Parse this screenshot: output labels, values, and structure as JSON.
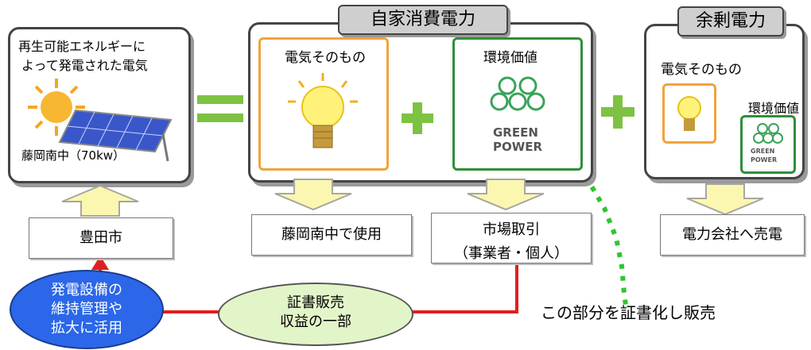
{
  "panels": {
    "source": {
      "title_line1": "再生可能エネルギーに",
      "title_line2": "よって発電された電気",
      "caption": "藤岡南中（70kw）"
    },
    "self": {
      "tab": "自家消費電力",
      "electricity_label": "電気そのもの",
      "env_label": "環境価値",
      "logo_line1": "GREEN",
      "logo_line2": "POWER"
    },
    "surplus": {
      "tab": "余剰電力",
      "electricity_label": "電気そのもの",
      "env_label": "環境価値",
      "logo_line1": "GREEN",
      "logo_line2": "POWER"
    }
  },
  "boxes": {
    "city": "豊田市",
    "use": "藤岡南中で使用",
    "market_line1": "市場取引",
    "market_line2": "（事業者・個人）",
    "utility": "電力会社へ売電"
  },
  "ovals": {
    "maintenance": [
      "発電設備の",
      "維持管理や",
      "拡大に活用"
    ],
    "certificate": [
      "証書販売",
      "収益の一部"
    ]
  },
  "annotation": "この部分を証書化し販売",
  "colors": {
    "arrow_fill": "#fbf7b0",
    "arrow_stroke": "#a8a6a0",
    "plus_green": "#7dc242",
    "equals_green": "#7dc242",
    "red_line": "#e02020",
    "dotted_green": "#2fc52f",
    "blue_oval": "#2b67e8",
    "green_oval": "#e2f5c9"
  }
}
